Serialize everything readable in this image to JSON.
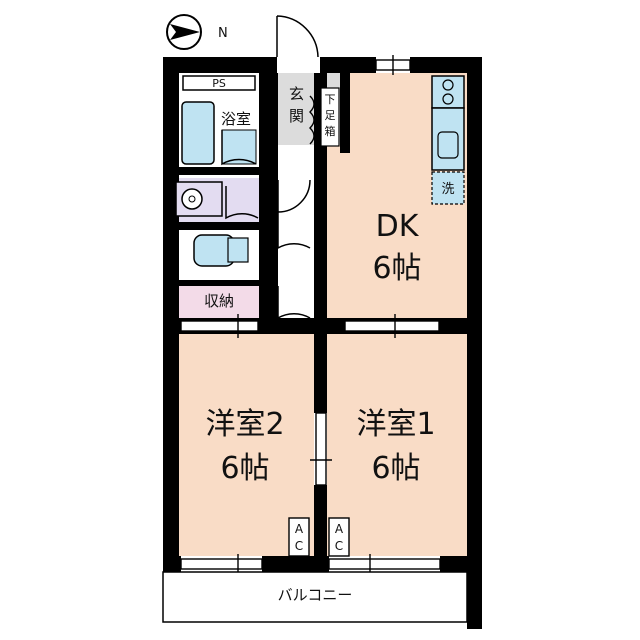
{
  "compass": {
    "north_label": "N"
  },
  "rooms": {
    "dk": {
      "name": "DK",
      "size": "6帖",
      "fill": "#f9dcc6"
    },
    "western1": {
      "name": "洋室1",
      "size": "6帖",
      "fill": "#f9dcc6"
    },
    "western2": {
      "name": "洋室2",
      "size": "6帖",
      "fill": "#f9dcc6"
    },
    "bath": {
      "name": "浴室",
      "fill": "#ffffff"
    },
    "entrance": {
      "name": "玄関"
    },
    "shoe_box": {
      "name": "下足箱"
    },
    "storage": {
      "name": "収納",
      "fill": "#f3dbe8"
    },
    "ps": {
      "name": "PS"
    },
    "washer": {
      "name": "洗"
    },
    "ac_left": {
      "name": "AC"
    },
    "ac_right": {
      "name": "AC"
    },
    "balcony": {
      "name": "バルコニー"
    }
  },
  "colors": {
    "wall": "#000000",
    "fixture": "#bfe3f2",
    "lavatory": "#e3dcf1",
    "hall": "#ffffff"
  }
}
